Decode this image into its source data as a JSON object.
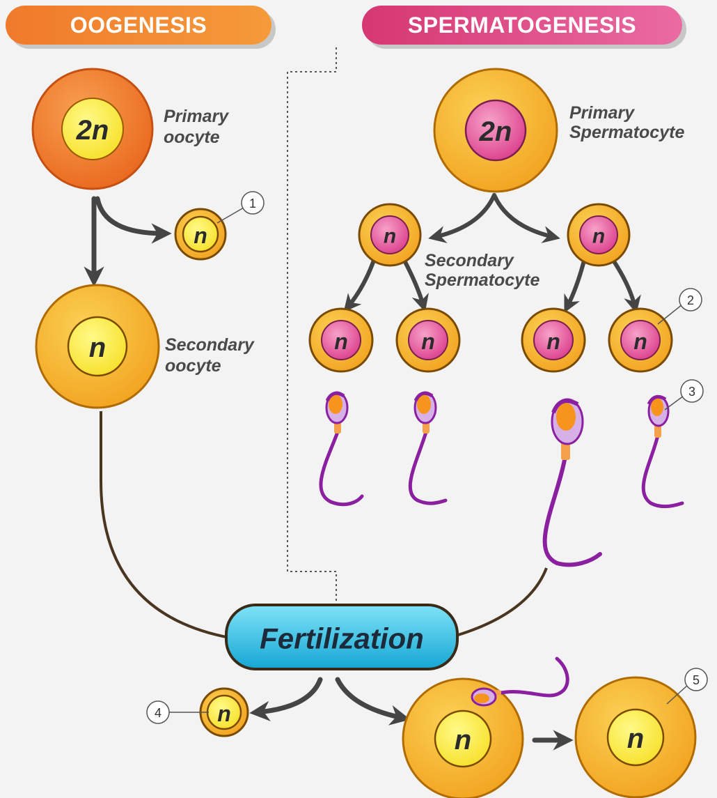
{
  "banners": {
    "oogenesis": "OOGENESIS",
    "spermatogenesis": "SPERMATOGENESIS"
  },
  "labels": {
    "primary_oocyte_line1": "Primary",
    "primary_oocyte_line2": "oocyte",
    "secondary_oocyte_line1": "Secondary",
    "secondary_oocyte_line2": "oocyte",
    "primary_spermatocyte_line1": "Primary",
    "primary_spermatocyte_line2": "Spermatocyte",
    "secondary_spermatocyte_line1": "Secondary",
    "secondary_spermatocyte_line2": "Spermatocyte",
    "fertilization": "Fertilization"
  },
  "ploidy": {
    "diploid": "2n",
    "haploid": "n"
  },
  "markers": [
    "1",
    "2",
    "3",
    "4",
    "5"
  ],
  "colors": {
    "oogenesis_banner": "#f07a2b",
    "spermatogenesis_banner": "#d63772",
    "oocyte_orange": "#f07a2b",
    "cell_yellow": "#f7b733",
    "nucleus_yellow": "#fff04a",
    "nucleus_pink": "#e85aa0",
    "sperm_purple": "#8a1fa0",
    "fertilization_blue": "#1fb8e0",
    "arrow_gray": "#4a4a4a",
    "connector_brown": "#4a3520"
  }
}
